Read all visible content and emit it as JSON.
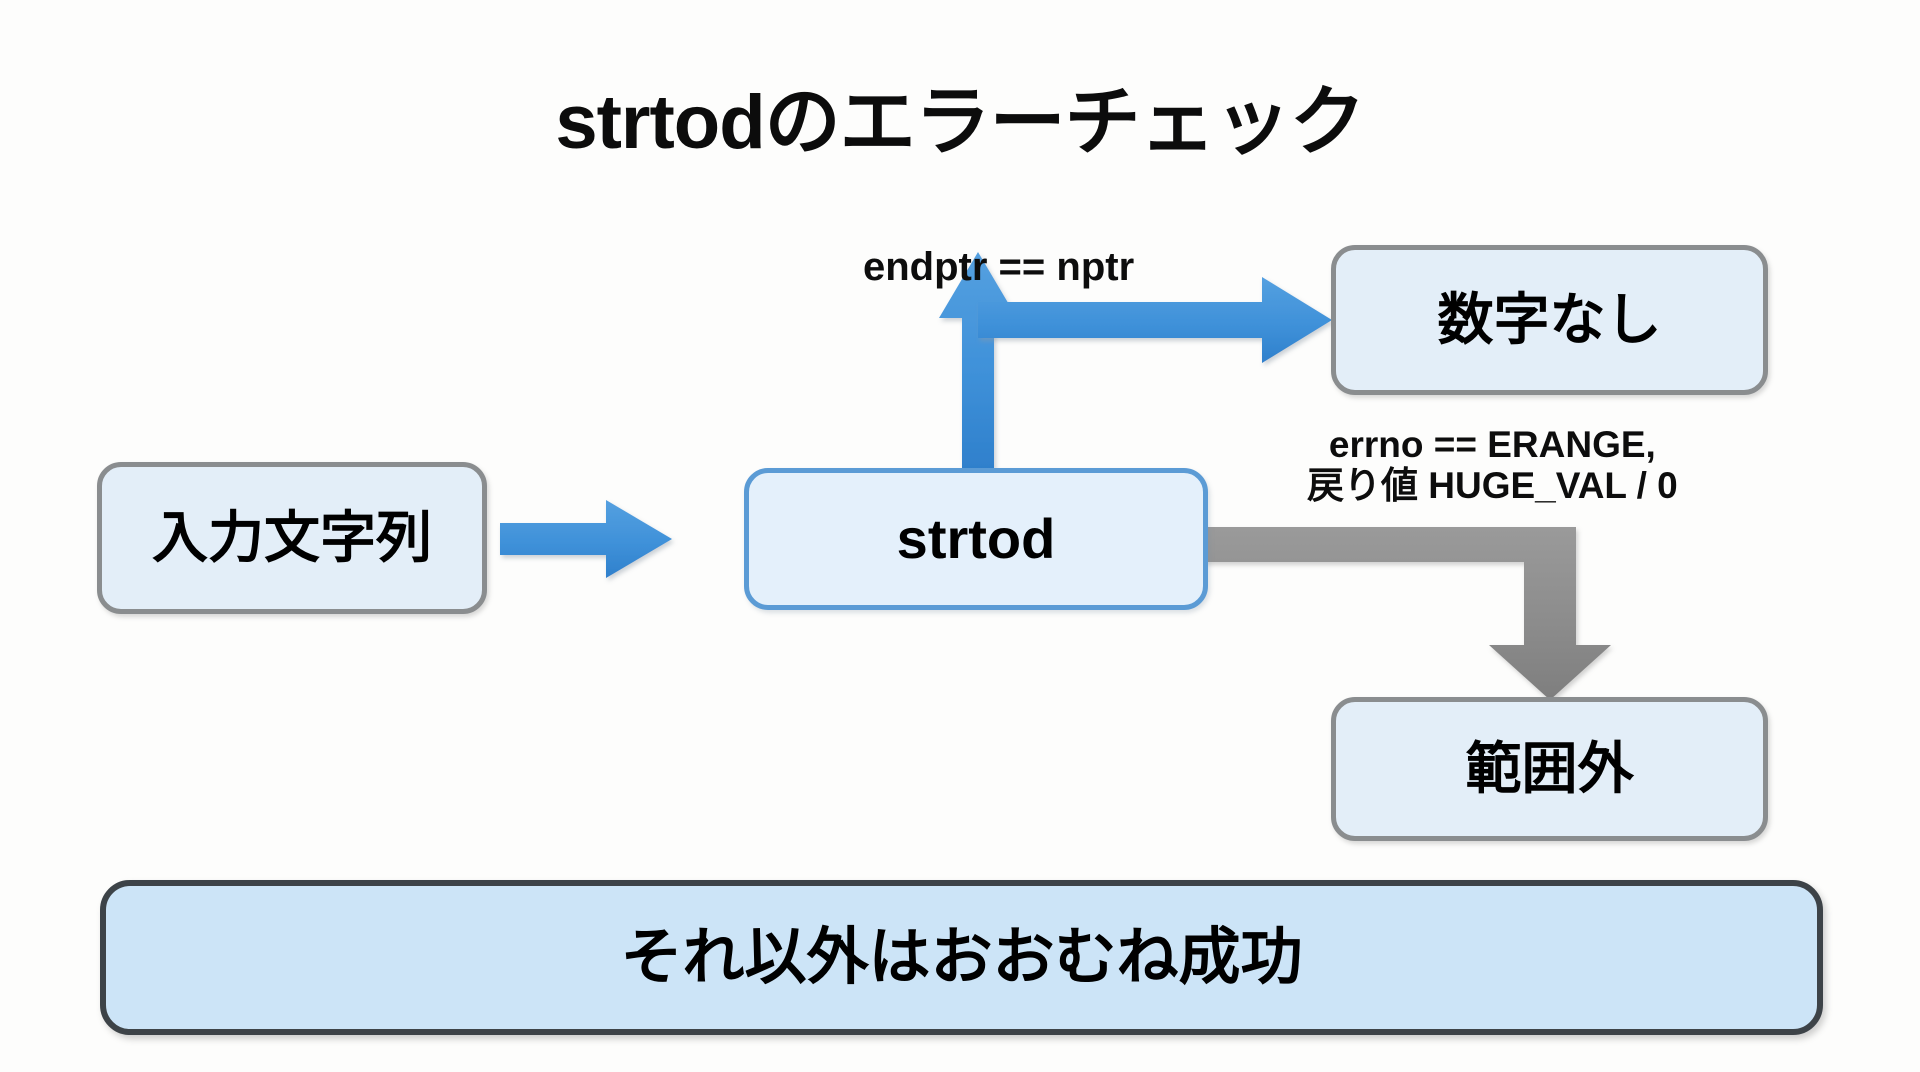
{
  "title": "strtodのエラーチェック",
  "background_color": "#fdfdfc",
  "colors": {
    "box_fill_light_blue": "#e3eef8",
    "box_fill_blue": "#e4f0fb",
    "box_fill_wide": "#cce4f7",
    "border_gray": "#8a8d8f",
    "border_blue": "#5b9bd5",
    "border_dark": "#3d4348",
    "arrow_blue": "#3f91d9",
    "arrow_gray": "#8c8c8c",
    "text": "#000000"
  },
  "nodes": {
    "input": {
      "label": "入力文字列",
      "border": "gray"
    },
    "strtod": {
      "label": "strtod",
      "border": "blue"
    },
    "no_digit": {
      "label": "数字なし",
      "border": "gray"
    },
    "out_of_range": {
      "label": "範囲外",
      "border": "gray"
    },
    "success": {
      "label": "それ以外はおおむね成功",
      "border": "dark"
    }
  },
  "arrows": [
    {
      "id": "input-to-strtod",
      "label": "",
      "color": "#3f91d9",
      "from": "input",
      "to": "strtod",
      "shape": "straight-right"
    },
    {
      "id": "strtod-to-no-digit",
      "label": "endptr == nptr",
      "color": "#3f91d9",
      "from": "strtod",
      "to": "no_digit",
      "shape": "up-then-right"
    },
    {
      "id": "strtod-to-out-of-range",
      "label_line1": "errno == ERANGE,",
      "label_line2": "戻り値 HUGE_VAL / 0",
      "color": "#8c8c8c",
      "from": "strtod",
      "to": "out_of_range",
      "shape": "right-then-down"
    }
  ],
  "labels": {
    "endptr": "endptr == nptr",
    "errno_line1": "errno == ERANGE,",
    "errno_line2": "戻り値 HUGE_VAL / 0"
  }
}
